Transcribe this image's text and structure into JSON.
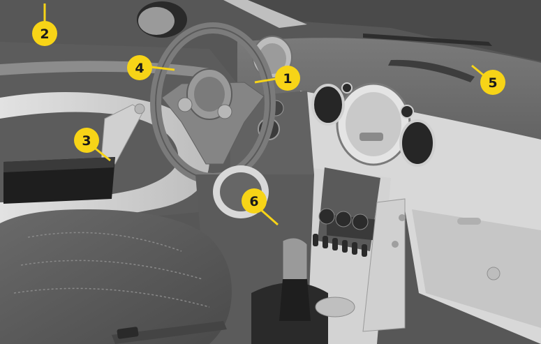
{
  "illustration": {
    "subject": "car-interior-drivers-side",
    "colors": {
      "background": "#555555",
      "callout_fill": "#f7d417",
      "callout_leader": "#f7d417",
      "callout_text": "#1a1a1a",
      "dashboard": "#6e6e6e",
      "light_trim": "#d6d6d6",
      "dark_trim": "#2a2a2a"
    }
  },
  "callouts": [
    {
      "id": "callout-1",
      "label": "1"
    },
    {
      "id": "callout-2",
      "label": "2"
    },
    {
      "id": "callout-3",
      "label": "3"
    },
    {
      "id": "callout-4",
      "label": "4"
    },
    {
      "id": "callout-5",
      "label": "5"
    },
    {
      "id": "callout-6",
      "label": "6"
    }
  ]
}
